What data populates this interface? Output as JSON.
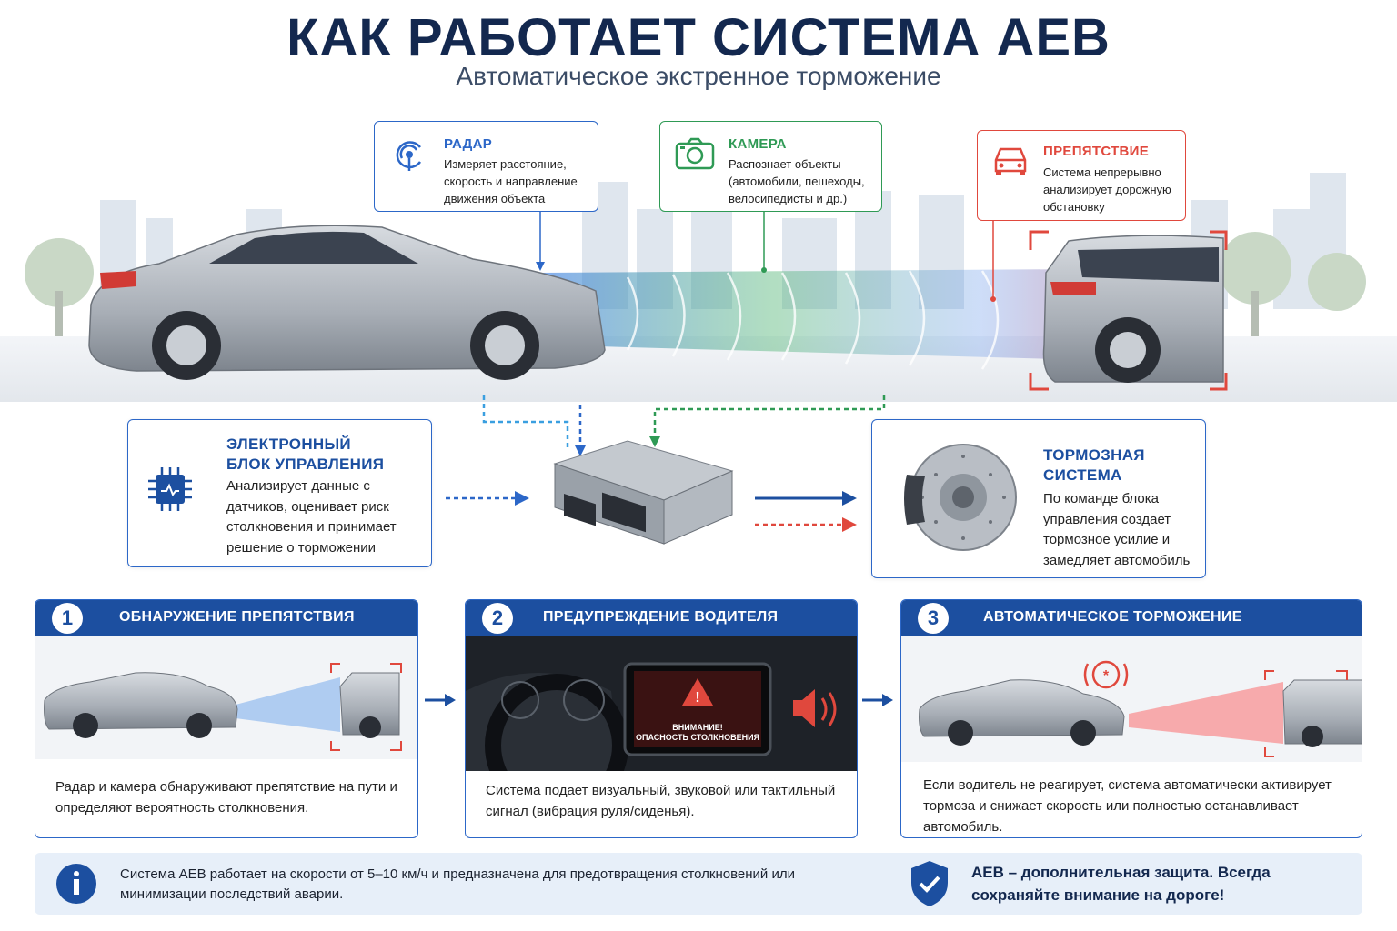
{
  "header": {
    "title": "КАК РАБОТАЕТ СИСТЕМА АЕВ",
    "subtitle": "Автоматическое экстренное торможение"
  },
  "cards": {
    "radar": {
      "title": "РАДАР",
      "text": "Измеряет расстояние, скорость и направление движения объекта",
      "icon": "radar-icon"
    },
    "camera": {
      "title": "КАМЕРА",
      "text": "Распознает объекты (автомобили, пешеходы, велосипедисты и др.)",
      "icon": "camera-icon"
    },
    "obstacle": {
      "title": "ПРЕПЯТСТВИЕ",
      "text": "Система непрерывно анализирует дорожную обстановку",
      "icon": "car-icon"
    },
    "ecu": {
      "title_line1": "ЭЛЕКТРОННЫЙ",
      "title_line2": "БЛОК УПРАВЛЕНИЯ",
      "text": "Анализирует данные с датчиков, оценивает риск столкновения и принимает решение о торможении",
      "icon": "chip-icon"
    },
    "brake": {
      "title_line1": "ТОРМОЗНАЯ",
      "title_line2": "СИСТЕМА",
      "text": "По команде блока управления создает тормозное усилие и замедляет автомобиль",
      "icon": "brake-disc-icon"
    }
  },
  "steps": [
    {
      "num": "1",
      "title": "ОБНАРУЖЕНИЕ ПРЕПЯТСТВИЯ",
      "text": "Радар и камера обнаруживают препятствие на пути и определяют вероятность столкновения."
    },
    {
      "num": "2",
      "title": "ПРЕДУПРЕЖДЕНИЕ ВОДИТЕЛЯ",
      "text": "Система подает визуальный, звуковой или тактильный сигнал (вибрация руля/сиденья).",
      "screen_line1": "ВНИМАНИЕ!",
      "screen_line2": "ОПАСНОСТЬ СТОЛКНОВЕНИЯ"
    },
    {
      "num": "3",
      "title": "АВТОМАТИЧЕСКОЕ ТОРМОЖЕНИЕ",
      "text": "Если водитель не реагирует, система автоматически активирует тормоза и снижает скорость или полностью останавливает автомобиль."
    }
  ],
  "footer": {
    "info": "Система АЕВ работает на скорости от 5–10 км/ч и предназначена для предотвращения столкновений или минимизации последствий аварии.",
    "note": "АЕВ – дополнительная защита. Всегда сохраняйте внимание на дороге!"
  },
  "colors": {
    "primary": "#1c4fa0",
    "green": "#2f9a55",
    "red": "#e0483d",
    "navy": "#13284f"
  }
}
